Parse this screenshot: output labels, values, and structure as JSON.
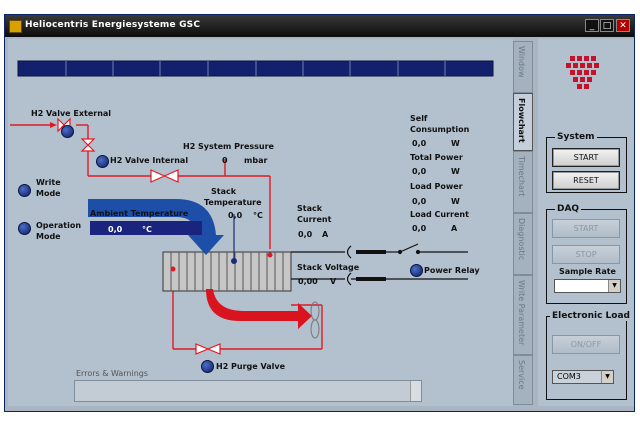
{
  "window": {
    "title": "Heliocentris Energiesysteme GSC"
  },
  "diagram": {
    "h2_valve_external": "H2 Valve External",
    "h2_valve_internal": "H2 Valve Internal",
    "write_mode": [
      "Write",
      "Mode"
    ],
    "operation_mode": [
      "Operation",
      "Mode"
    ],
    "ambient_temperature": {
      "label": "Ambient Temperature",
      "value": "0,0",
      "unit": "°C"
    },
    "system_pressure": {
      "label": "H2 System Pressure",
      "value": "0",
      "unit": "mbar"
    },
    "stack_temperature": {
      "label": [
        "Stack",
        "Temperature"
      ],
      "value": "0,0",
      "unit": "°C"
    },
    "stack_current": {
      "label": [
        "Stack",
        "Current"
      ],
      "value": "0,0",
      "unit": "A"
    },
    "stack_voltage": {
      "label": "Stack Voltage",
      "value": "0,00",
      "unit": "V"
    },
    "self_consumption": {
      "label": [
        "Self",
        "Consumption"
      ],
      "value": "0,0",
      "unit": "W"
    },
    "total_power": {
      "label": "Total Power",
      "value": "0,0",
      "unit": "W"
    },
    "load_power": {
      "label": "Load Power",
      "value": "0,0",
      "unit": "W"
    },
    "load_current": {
      "label": "Load Current",
      "value": "0,0",
      "unit": "A"
    },
    "power_relay": "Power Relay",
    "purge_valve": "H2 Purge Valve",
    "errors_warnings": "Errors & Warnings"
  },
  "tabs": [
    "Window",
    "Flowchart",
    "Timechart",
    "Diagnostic",
    "Write Parameter",
    "Service"
  ],
  "active_tab": "Flowchart",
  "system": {
    "title": "System",
    "start": "START",
    "reset": "RESET"
  },
  "daq": {
    "title": "DAQ",
    "start": "START",
    "stop": "STOP",
    "sample_rate_label": "Sample Rate",
    "sample_rate_value": ""
  },
  "electronic_load": {
    "title": "Electronic Load",
    "on_off": "ON/OFF",
    "port": "COM3"
  },
  "colors": {
    "pipe": "#e01a24",
    "air": "#1e4fa8",
    "exhaust": "#d9141e",
    "indicator_bar": "#12206e",
    "panel": "#b3c0cd"
  }
}
